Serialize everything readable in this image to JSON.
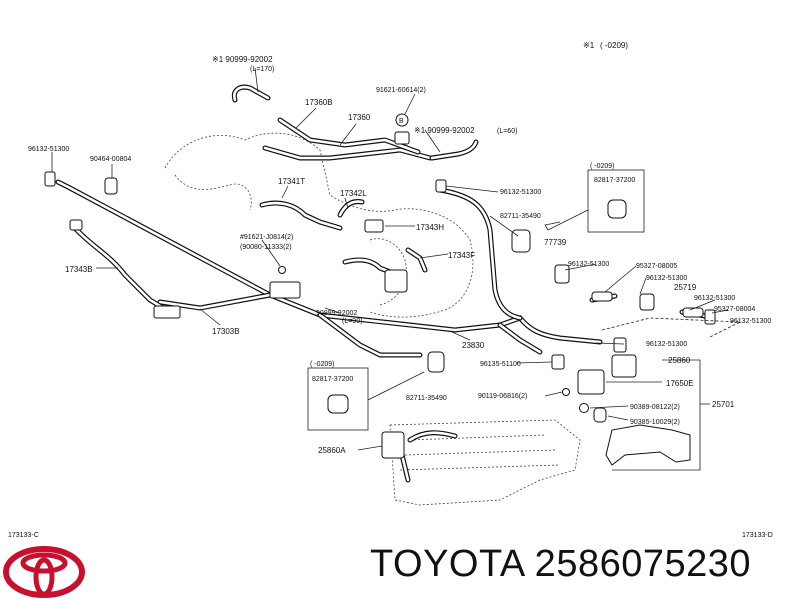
{
  "header": {
    "note_mark": "※1",
    "note_range": "(      -0209)"
  },
  "labels": {
    "p90999_92002_a": "※1  90999-92002",
    "l170": "(L=170)",
    "p17360B": "17360B",
    "p91621_60614": "91621-60614(2)",
    "p17360": "17360",
    "b_mark": "B",
    "p90999_92002_b": "※1  90999-92002",
    "l60": "(L=60)",
    "p96132_51300_a": "96132-51300",
    "p90464_00804": "90464-00804",
    "p17341T": "17341T",
    "p17342L": "17342L",
    "p96132_51300_b": "96132-51300",
    "range_a": "(      -0209)",
    "p82817_37200_a": "82817-37200",
    "p82711_35490_a": "82711-35490",
    "p17343H": "17343H",
    "p91621_J0814": "#91621-J0814(2)",
    "p90080_11333": "(90080-11333(2)",
    "p77739": "77739",
    "p17343F": "17343F",
    "p96132_51300_c": "96132-51300",
    "p95327_08005": "95327-08005",
    "p96132_51300_d": "96132-51300",
    "p25719": "25719",
    "p17343B": "17343B",
    "p96132_51300_e": "96132-51300",
    "p95327_08004": "95327-08004",
    "p90999_92002_c": "90999-92002",
    "l90": "(L=90)",
    "p96132_51300_f": "96132-51300",
    "p17303B": "17303B",
    "p23830": "23830",
    "p96132_51300_g": "96132-51300",
    "p96135_51100": "96135-51100",
    "p25860": "25860",
    "range_b": "(      -0209)",
    "p82817_37200_b": "82817-37200",
    "p17650E": "17650E",
    "p90119_06816": "90119-06816(2)",
    "p82711_35490_b": "82711-35490",
    "p25701": "25701",
    "p90389_08122": "90389-08122(2)",
    "p90385_10029": "90385-10029(2)",
    "p25860A": "25860A",
    "code_left": "173133-C",
    "code_right": "173133-D"
  },
  "footer": {
    "brand_text": "TOYOTA 2586075230"
  }
}
